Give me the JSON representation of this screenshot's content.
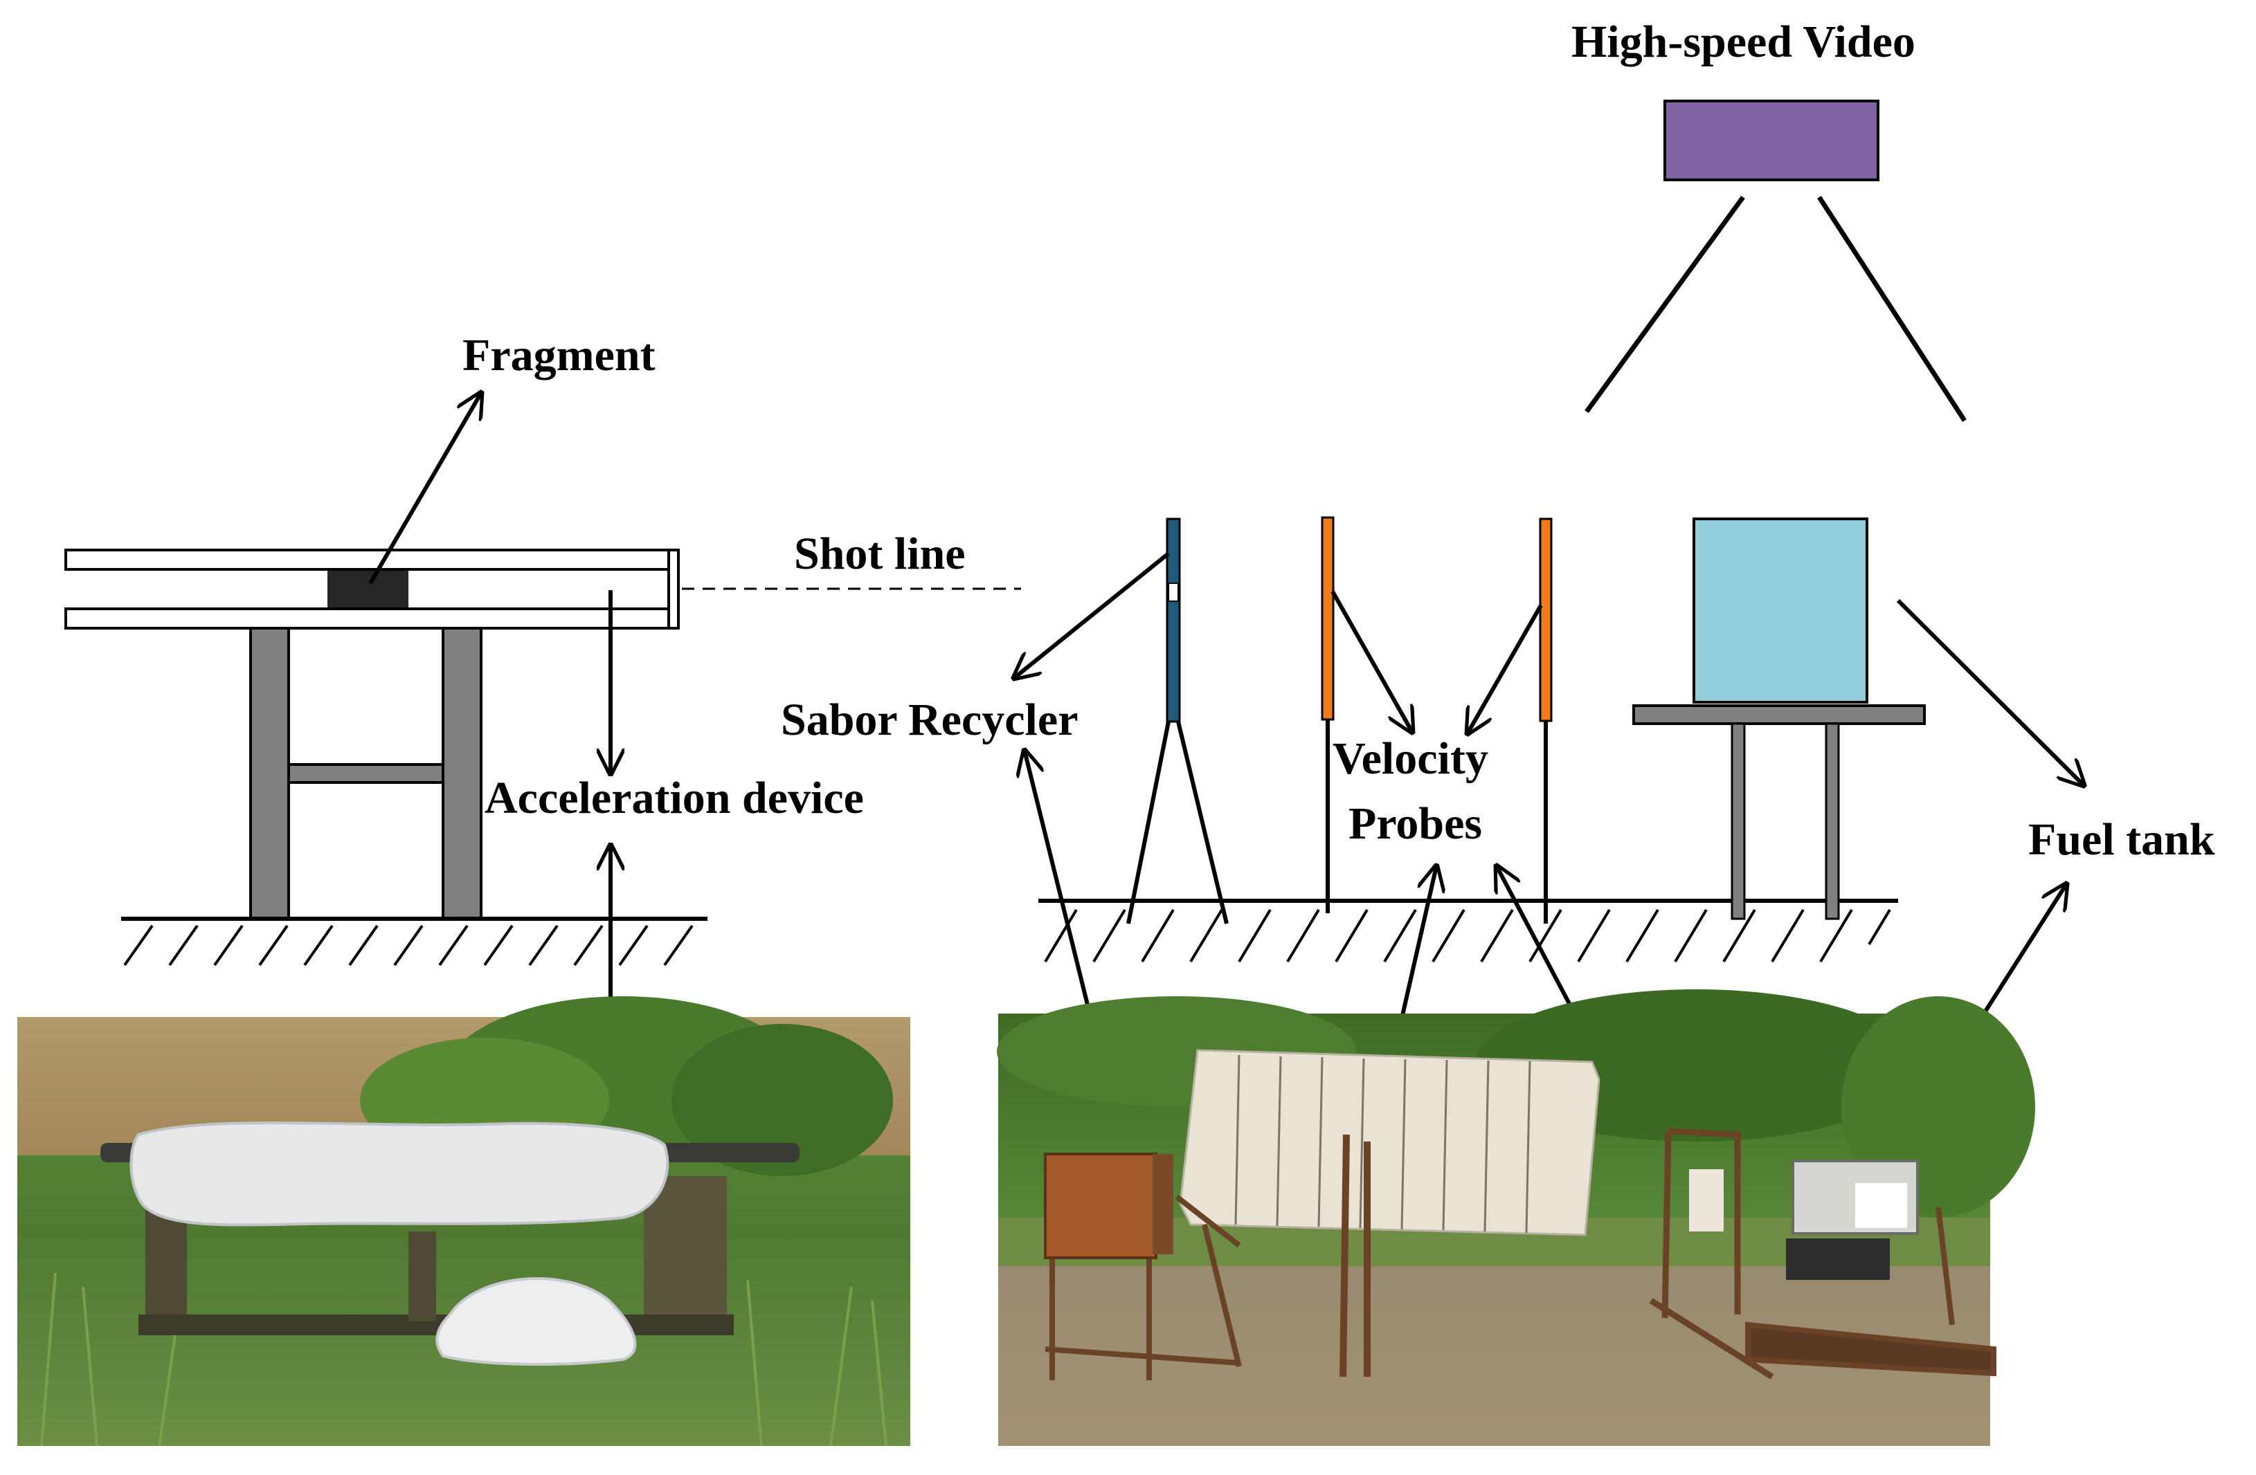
{
  "labels": {
    "fragment": "Fragment",
    "shot_line": "Shot line",
    "acceleration_device": "Acceleration device",
    "sabor_recycler": "Sabor Recycler",
    "velocity_probes_line1": "Velocity",
    "velocity_probes_line2": "Probes",
    "high_speed_video": "High-speed Video",
    "fuel_tank": "Fuel tank"
  },
  "colors": {
    "camera": "#8064A2",
    "fuel_tank_box": "#92CDDC",
    "velocity_probe": "#F07C1A",
    "sabot_recycler_probe": "#1F5A78",
    "table_leg": "#808080",
    "ink": "#000000"
  }
}
